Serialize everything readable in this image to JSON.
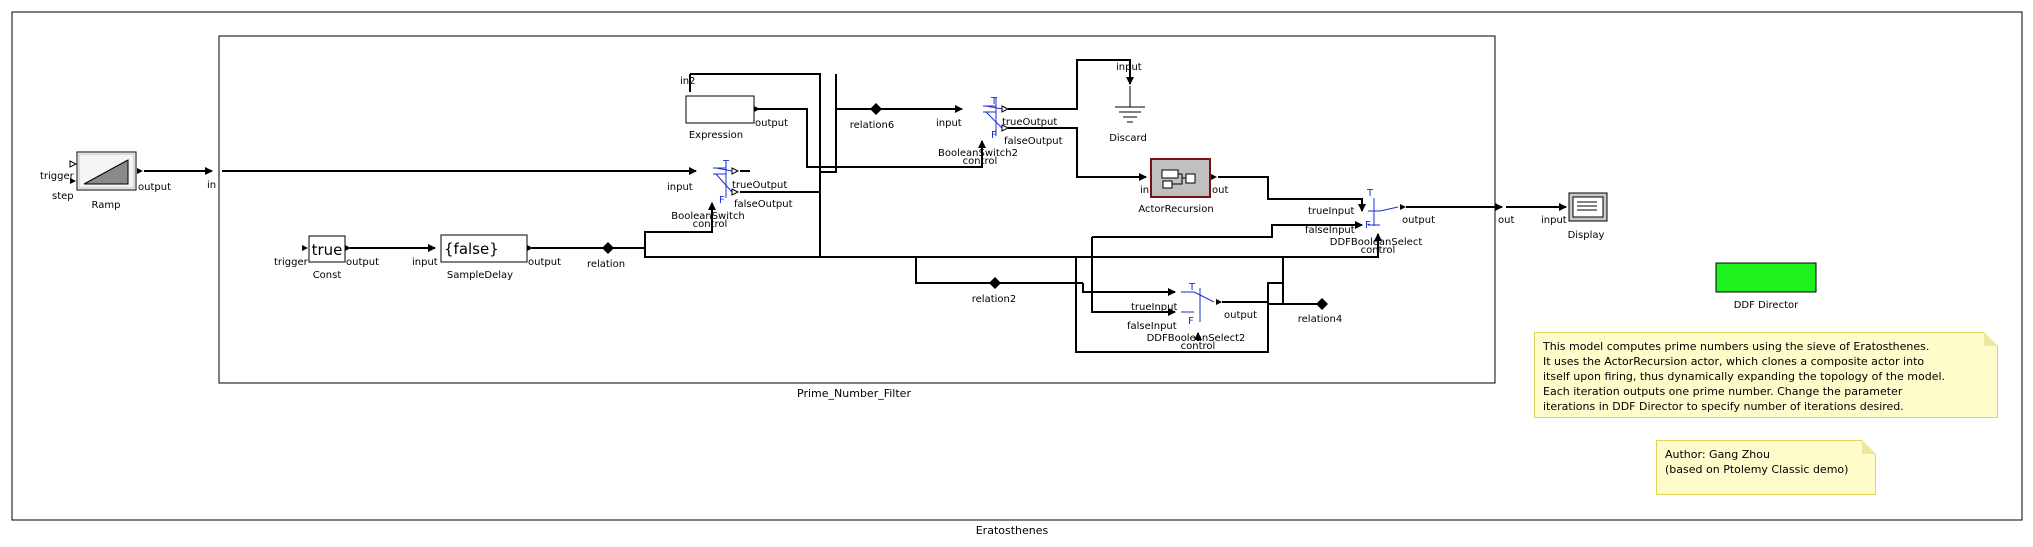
{
  "model": {
    "name": "Eratosthenes",
    "composite_name": "Prime_Number_Filter",
    "director": "DDF Director",
    "director_color": "#1ef11e"
  },
  "actors": {
    "ramp": {
      "name": "Ramp",
      "port_trigger": "trigger",
      "port_step": "step",
      "port_output": "output"
    },
    "const": {
      "name": "Const",
      "value": "true",
      "port_trigger": "trigger",
      "port_output": "output"
    },
    "sample_delay": {
      "name": "SampleDelay",
      "value": "{false}",
      "port_input": "input",
      "port_output": "output"
    },
    "expression": {
      "name": "Expression",
      "port_in": "in2",
      "port_output": "output"
    },
    "boolean_switch": {
      "name": "BooleanSwitch",
      "port_input": "input",
      "port_true": "trueOutput",
      "port_false": "falseOutput",
      "port_control": "control",
      "t": "T",
      "f": "F"
    },
    "boolean_switch2": {
      "name": "BooleanSwitch2",
      "port_input": "input",
      "port_true": "trueOutput",
      "port_false": "falseOutput",
      "port_control": "control",
      "t": "T",
      "f": "F"
    },
    "discard": {
      "name": "Discard",
      "port_input": "input"
    },
    "actor_recursion": {
      "name": "ActorRecursion",
      "port_in": "in",
      "port_out": "out"
    },
    "ddf_boolean_select": {
      "name": "DDFBooleanSelect",
      "port_true": "trueInput",
      "port_false": "falseInput",
      "port_output": "output",
      "port_control": "control",
      "t": "T",
      "f": "F"
    },
    "ddf_boolean_select2": {
      "name": "DDFBooleanSelect2",
      "port_true": "trueInput",
      "port_false": "falseInput",
      "port_output": "output",
      "port_control": "control",
      "t": "T",
      "f": "F"
    },
    "display": {
      "name": "Display",
      "port_input": "input"
    }
  },
  "ports": {
    "composite_in": "in",
    "composite_out": "out"
  },
  "relations": [
    "relation",
    "relation2",
    "relation4",
    "relation6"
  ],
  "annotations": {
    "description": "This model computes prime numbers using the sieve of Eratosthenes.\nIt uses the ActorRecursion actor, which clones a composite actor into\nitself upon firing, thus dynamically expanding the topology of the model.\nEach iteration outputs one prime number. Change the parameter\niterations in DDF Director to specify number of iterations desired.",
    "author": "Author: Gang Zhou\n(based on Ptolemy Classic demo)"
  }
}
